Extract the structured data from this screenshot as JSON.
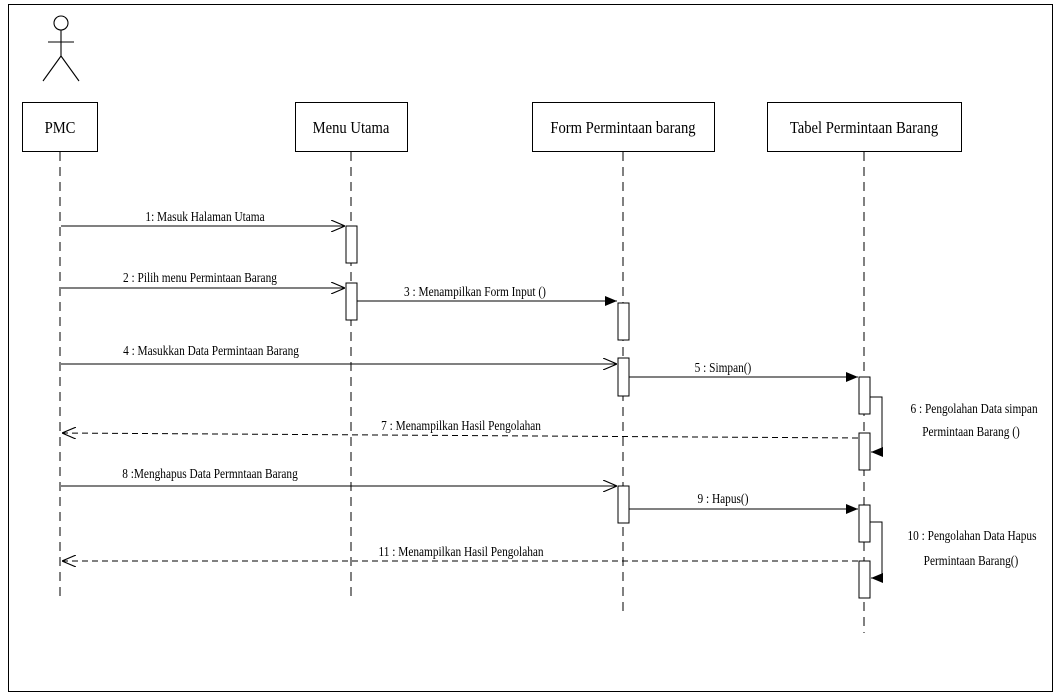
{
  "diagram": {
    "actor": {
      "icon": "stick-figure-icon"
    },
    "lifelines": [
      {
        "id": "pmc",
        "label": "PMC"
      },
      {
        "id": "menu",
        "label": "Menu Utama"
      },
      {
        "id": "form",
        "label": "Form Permintaan barang"
      },
      {
        "id": "tabel",
        "label": "Tabel Permintaan Barang"
      }
    ],
    "messages": [
      {
        "label": "1: Masuk Halaman Utama",
        "from": "pmc",
        "to": "menu",
        "kind": "sync"
      },
      {
        "label": "2 : Pilih menu Permintaan Barang",
        "from": "pmc",
        "to": "menu",
        "kind": "sync"
      },
      {
        "label": "3 : Menampilkan Form Input ()",
        "from": "menu",
        "to": "form",
        "kind": "call"
      },
      {
        "label": "4 : Masukkan Data Permintaan Barang",
        "from": "pmc",
        "to": "form",
        "kind": "sync"
      },
      {
        "label": "5 : Simpan()",
        "from": "form",
        "to": "tabel",
        "kind": "call"
      },
      {
        "label": "6 : Pengolahan Data simpan",
        "label2": "Permintaan Barang ()",
        "from": "tabel",
        "to": "tabel",
        "kind": "self"
      },
      {
        "label": "7 : Menampilkan Hasil Pengolahan",
        "from": "tabel",
        "to": "pmc",
        "kind": "return"
      },
      {
        "label": "8 :Menghapus Data Permntaan Barang",
        "from": "pmc",
        "to": "form",
        "kind": "sync"
      },
      {
        "label": "9 : Hapus()",
        "from": "form",
        "to": "tabel",
        "kind": "call"
      },
      {
        "label": "10 : Pengolahan Data Hapus",
        "label2": "Permintaan Barang()",
        "from": "tabel",
        "to": "tabel",
        "kind": "self"
      },
      {
        "label": "11 : Menampilkan Hasil Pengolahan",
        "from": "tabel",
        "to": "pmc",
        "kind": "return"
      }
    ]
  }
}
